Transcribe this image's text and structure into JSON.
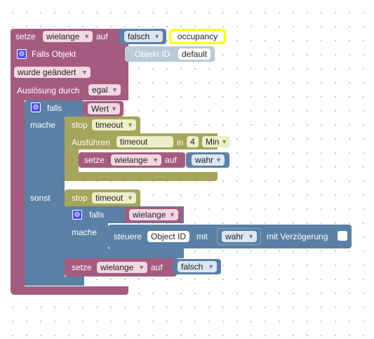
{
  "set_block": {
    "label": "setze",
    "variable": "wielange",
    "to_label": "auf",
    "value": "falsch",
    "comment": "occupancy"
  },
  "trigger": {
    "title": "Falls Objekt",
    "object_label": "Objekt ID",
    "object_value": "default",
    "condition": "wurde geändert",
    "trigger_label": "Auslösung durch",
    "trigger_value": "egal"
  },
  "if_block": {
    "if_label": "falls",
    "condition_value": "Wert",
    "do_label": "mache",
    "else_label": "sonst"
  },
  "stop_timeout_1": {
    "label": "stop",
    "value": "timeout"
  },
  "run_in": {
    "label": "Ausführen",
    "timeout": "timeout",
    "in_label": "in",
    "amount": "4",
    "unit": "Min"
  },
  "set_inner_1": {
    "label": "setze",
    "variable": "wielange",
    "to_label": "auf",
    "value": "wahr"
  },
  "stop_timeout_2": {
    "label": "stop",
    "value": "timeout"
  },
  "inner_if": {
    "if_label": "falls",
    "condition_value": "wielange",
    "do_label": "mache"
  },
  "control": {
    "label": "steuere",
    "object": "Object ID",
    "with_label": "mit",
    "value": "wahr",
    "delay_label": "mit Verzögerung"
  },
  "set_inner_2": {
    "label": "setze",
    "variable": "wielange",
    "to_label": "auf",
    "value": "falsch"
  },
  "icons": {
    "gear": "⚙",
    "dropdown_arrow": "▼"
  },
  "colors": {
    "variables": "#a55b80",
    "logic": "#5b80a5",
    "timeouts": "#a5a55b",
    "comment": "#ffff00"
  }
}
